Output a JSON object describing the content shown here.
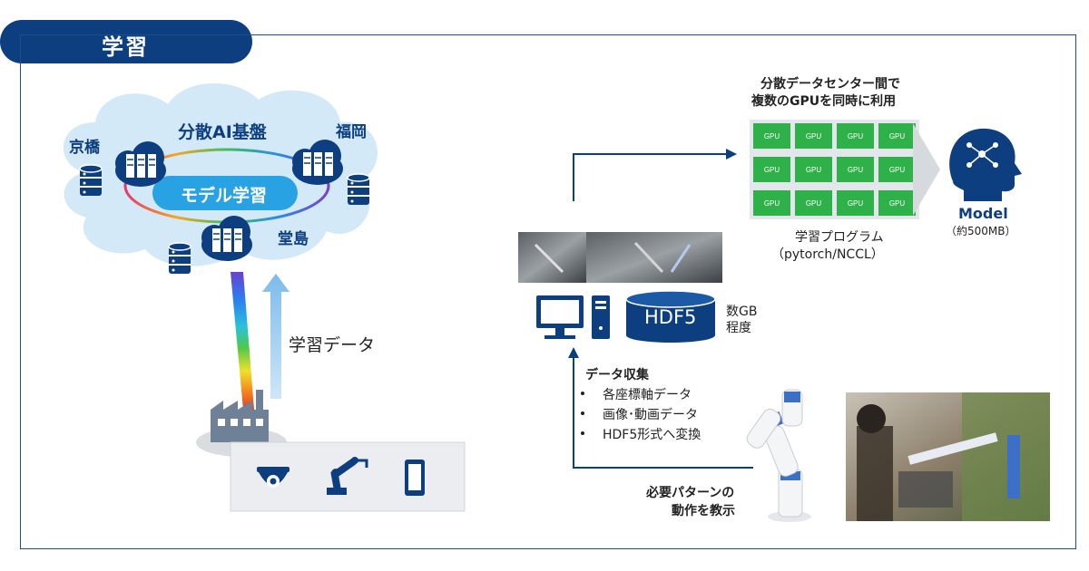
{
  "header": {
    "tab_label": "学習"
  },
  "cloud": {
    "title": "分散AI基盤",
    "center_label": "モデル学習",
    "sites": [
      "京橋",
      "福岡",
      "堂島"
    ]
  },
  "training_data_label": "学習データ",
  "gpu": {
    "caption_line1": "分散データセンター間で",
    "caption_line2": "複数のGPUを同時に利用",
    "cell_label": "GPU",
    "rows": 3,
    "cols": 4,
    "program_line1": "学習プログラム",
    "program_line2": "（pytorch/NCCL）"
  },
  "model": {
    "label": "Model",
    "size": "（約500MB）"
  },
  "storage": {
    "label": "HDF5",
    "size_line1": "数GB",
    "size_line2": "程度"
  },
  "collection": {
    "title": "データ収集",
    "items": [
      "各座標軸データ",
      "画像･動画データ",
      "HDF5形式へ変換"
    ]
  },
  "teaching": {
    "line1": "必要パターンの",
    "line2": "動作を教示"
  },
  "icons": [
    "server-icon",
    "database-icon",
    "factory-icon",
    "camera-icon",
    "robot-arm-icon",
    "smartphone-icon",
    "desktop-pc-icon",
    "ai-head-icon"
  ],
  "colors": {
    "navy": "#0d3f80",
    "cloud": "#d4e9f8",
    "gpu_green": "#2fb14a",
    "arrow_blue": "#8cc4ef"
  }
}
